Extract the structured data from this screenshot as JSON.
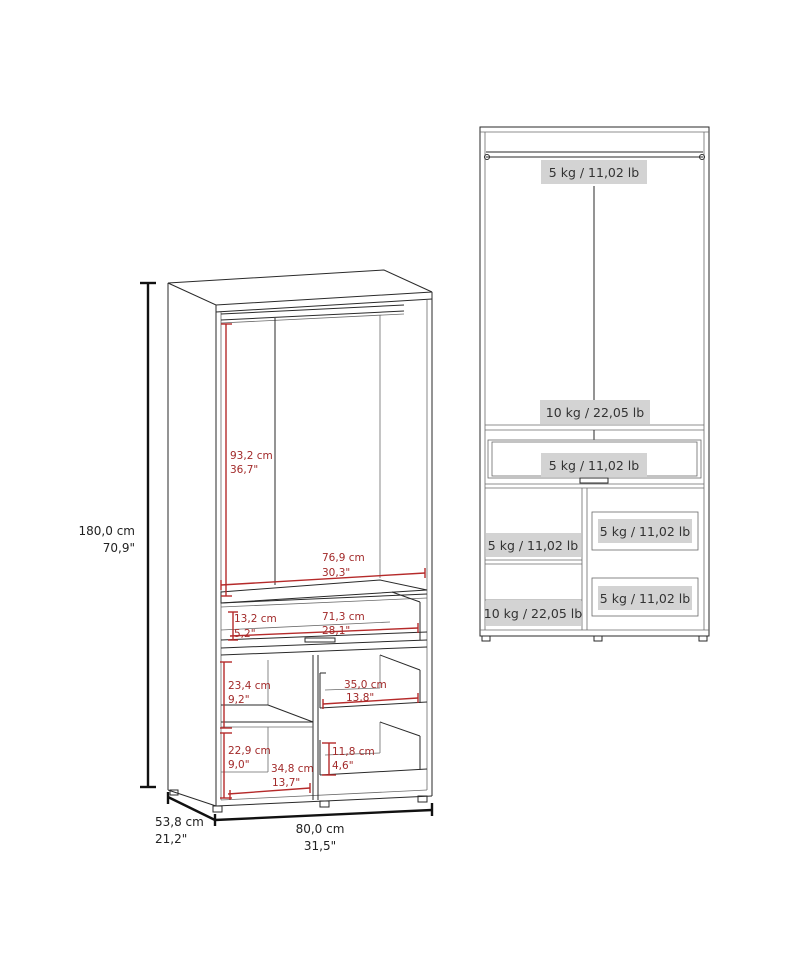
{
  "dimensions_view": {
    "overall": {
      "height_cm": "180,0 cm",
      "height_in": "70,9\"",
      "width_cm": "80,0 cm",
      "width_in": "31,5\"",
      "depth_cm": "53,8 cm",
      "depth_in": "21,2\""
    },
    "interior": {
      "hanging_height_cm": "93,2 cm",
      "hanging_height_in": "36,7\"",
      "shelf_width_cm": "76,9 cm",
      "shelf_width_in": "30,3\"",
      "top_drawer_height_cm": "13,2 cm",
      "top_drawer_height_in": "5,2\"",
      "top_drawer_width_cm": "71,3 cm",
      "top_drawer_width_in": "28,1\"",
      "left_upper_height_cm": "23,4 cm",
      "left_upper_height_in": "9,2\"",
      "left_lower_height_cm": "22,9 cm",
      "left_lower_height_in": "9,0\"",
      "left_width_cm": "34,8 cm",
      "left_width_in": "13,7\"",
      "right_drawer_width_cm": "35,0 cm",
      "right_drawer_width_in": "13,8\"",
      "right_drawer_height_cm": "11,8 cm",
      "right_drawer_height_in": "4,6\""
    }
  },
  "load_view": {
    "hanging_rod": "5 kg / 11,02 lb",
    "middle_shelf": "10 kg / 22,05 lb",
    "top_drawer": "5 kg / 11,02 lb",
    "left_upper_shelf": "5 kg / 11,02 lb",
    "left_bottom": "10 kg / 22,05 lb",
    "right_upper_drawer": "5 kg / 11,02 lb",
    "right_lower_drawer": "5 kg / 11,02 lb"
  },
  "colors": {
    "dimension_red": "#b52a2a",
    "label_gray": "#d3d3d3",
    "line_dark": "#2a2a2a"
  }
}
